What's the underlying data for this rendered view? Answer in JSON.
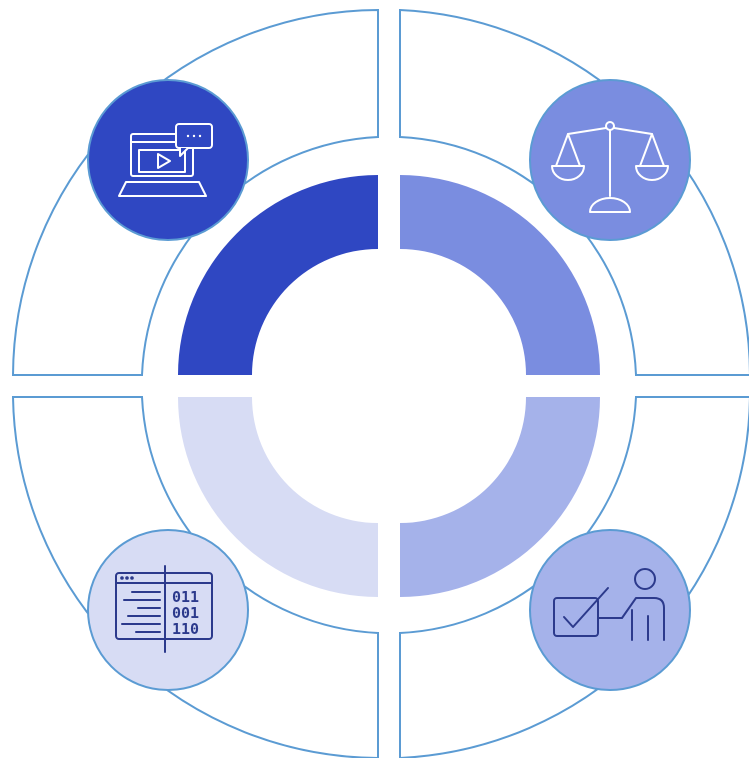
{
  "colors": {
    "outline": "#5b9bd3",
    "segment_top_left": "#2f47c2",
    "segment_top_right": "#7a8de0",
    "segment_bottom_right": "#a5b2ea",
    "segment_bottom_left": "#d7dcf4",
    "icon_stroke_light": "#ffffff",
    "icon_stroke_dark": "#2c3a8c",
    "background": "#ffffff"
  },
  "quadrants": [
    {
      "position": "top-left",
      "icon": "video-laptop-icon",
      "badge_color": "#2f47c2"
    },
    {
      "position": "top-right",
      "icon": "balance-scale-icon",
      "badge_color": "#7a8de0"
    },
    {
      "position": "bottom-left",
      "icon": "binary-code-window-icon",
      "badge_color": "#d7dcf4"
    },
    {
      "position": "bottom-right",
      "icon": "presenter-checkbox-icon",
      "badge_color": "#a5b2ea"
    }
  ],
  "binary_lines": [
    "011",
    "001",
    "110"
  ]
}
